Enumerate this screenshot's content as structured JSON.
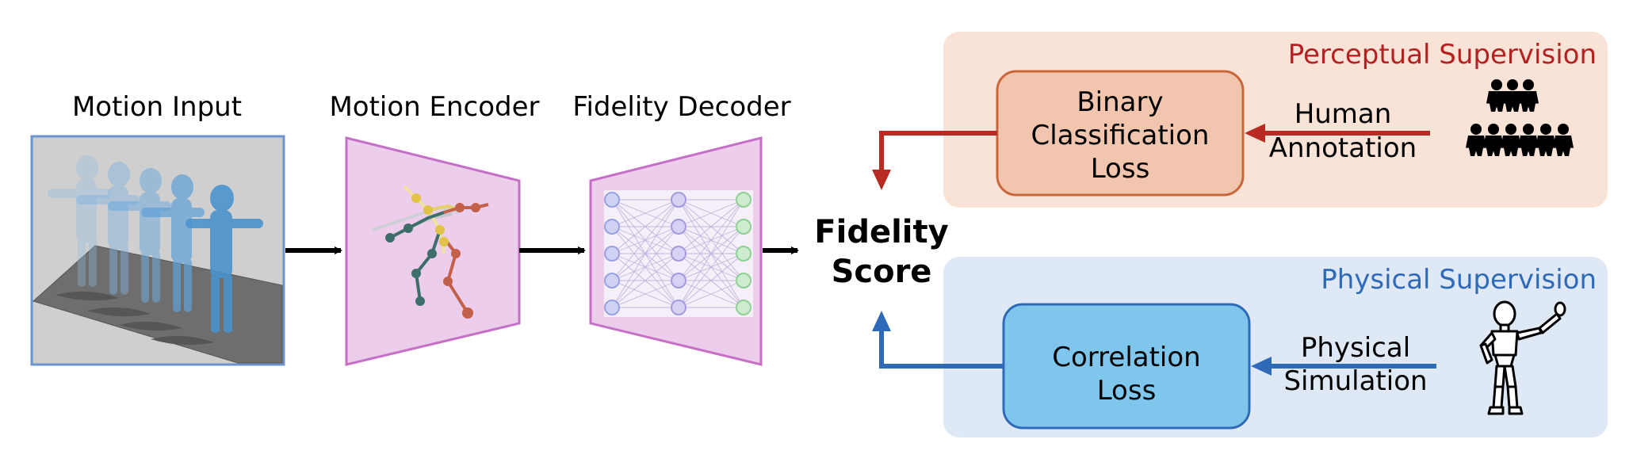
{
  "sections": {
    "motion_input": "Motion Input",
    "motion_encoder": "Motion Encoder",
    "fidelity_decoder": "Fidelity Decoder"
  },
  "output": {
    "line1": "Fidelity",
    "line2": "Score"
  },
  "perceptual": {
    "title": "Perceptual Supervision",
    "loss_line1": "Binary",
    "loss_line2": "Classification",
    "loss_line3": "Loss",
    "source_line1": "Human",
    "source_line2": "Annotation",
    "icon": "crowd-icon"
  },
  "physical": {
    "title": "Physical Supervision",
    "loss_line1": "Correlation",
    "loss_line2": "Loss",
    "source_line1": "Physical",
    "source_line2": "Simulation",
    "icon": "mannequin-icon"
  },
  "colors": {
    "perceptual_panel": "#f9e3d7",
    "perceptual_box": "#f2c6ae",
    "perceptual_border": "#c8673a",
    "perceptual_title": "#b52020",
    "perceptual_arrow": "#b82a22",
    "physical_panel": "#dfe9f6",
    "physical_box": "#7ec6ec",
    "physical_border": "#2f6ab8",
    "physical_title": "#2f6ab8",
    "physical_arrow": "#2f6ab8",
    "trapezoid_fill": "#eccdec",
    "trapezoid_border": "#c56fc5"
  }
}
